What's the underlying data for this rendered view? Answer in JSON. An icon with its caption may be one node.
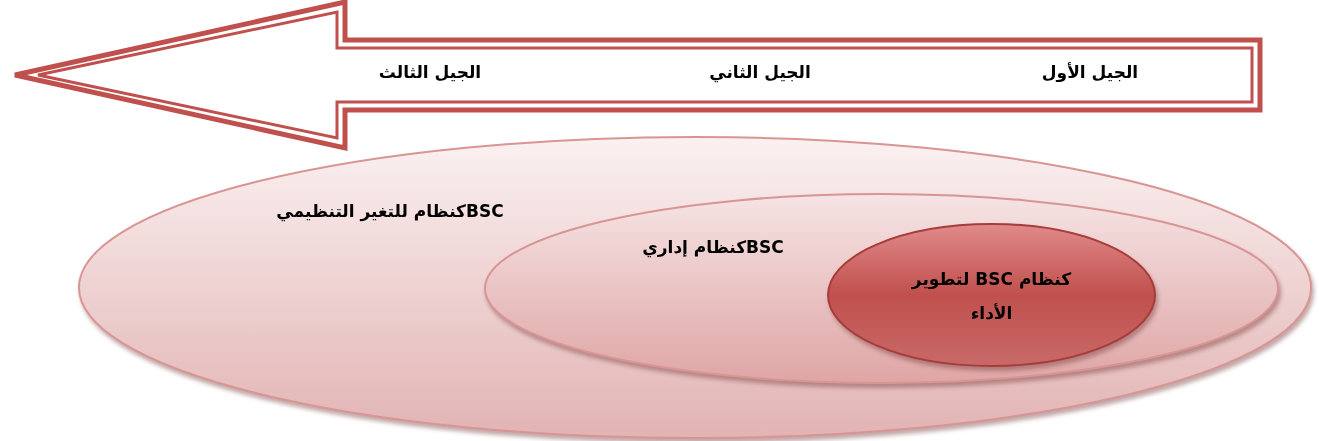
{
  "diagram": {
    "nodes": [
      {
        "text": [
          "الجيل الأول",
          "الجيل الثاني",
          "الجيل الثالث"
        ]
      },
      {
        "text": [
          "BSCكنظام للتغير التنظيمي"
        ]
      },
      {
        "text": [
          "BSCكنظام إداري"
        ],
        "in": 1
      },
      {
        "text": [
          "كنظام BSC لتطوير الأداء"
        ],
        "in": 2
      }
    ]
  }
}
